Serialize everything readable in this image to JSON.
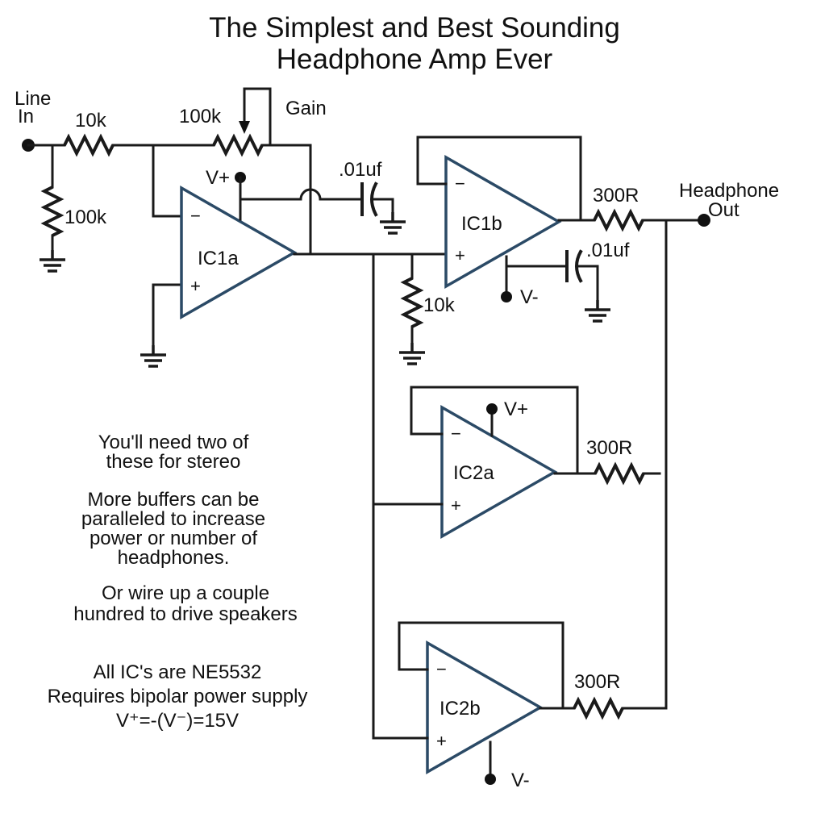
{
  "title": {
    "line1": "The Simplest  and Best Sounding",
    "line2": "Headphone Amp Ever"
  },
  "labels": {
    "line_in_1": "Line",
    "line_in_2": "In",
    "r_in": "10k",
    "r_pot": "100k",
    "gain": "Gain",
    "r_shunt": "100k",
    "vplus_top": "V+",
    "cap1": ".01uf",
    "cap2": ".01uf",
    "r_out1": "300R",
    "headphone_1": "Headphone",
    "headphone_2": "Out",
    "vminus_1": "V-",
    "r_10k_ground": "10k",
    "vplus_2": "V+",
    "r_out2": "300R",
    "r_out3": "300R",
    "vminus_2": "V-"
  },
  "opamps": {
    "ic1a": "IC1a",
    "ic1b": "IC1b",
    "ic2a": "IC2a",
    "ic2b": "IC2b",
    "minus": "−",
    "plus": "+"
  },
  "notes": {
    "stereo_1": "You'll need two of",
    "stereo_2": "these for stereo",
    "buffers_1": "More buffers can be",
    "buffers_2": "paralleled to increase",
    "buffers_3": "power or number of",
    "buffers_4": "headphones.",
    "speakers_1": "Or wire up a couple",
    "speakers_2": "hundred to drive speakers",
    "ic_1": "All IC's are NE5532",
    "ic_2": "Requires bipolar power supply",
    "ic_3": "V⁺=-(V⁻)=15V"
  }
}
